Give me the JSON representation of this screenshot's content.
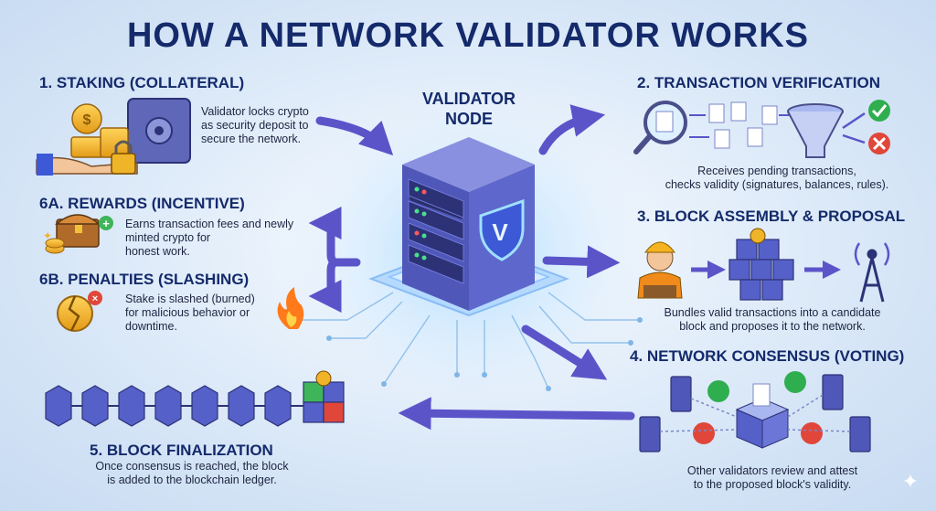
{
  "title": "HOW A NETWORK VALIDATOR WORKS",
  "center": {
    "line1": "VALIDATOR",
    "line2": "NODE"
  },
  "steps": {
    "staking": {
      "heading": "1. STAKING (COLLATERAL)",
      "text": [
        "Validator locks crypto",
        "as security deposit to",
        "secure the network."
      ]
    },
    "verification": {
      "heading": "2. TRANSACTION VERIFICATION",
      "text": [
        "Receives pending transactions,",
        "checks validity (signatures, balances, rules)."
      ]
    },
    "assembly": {
      "heading": "3. BLOCK ASSEMBLY & PROPOSAL",
      "text": [
        "Bundles valid transactions into a candidate",
        "block and proposes it to the network."
      ]
    },
    "consensus": {
      "heading": "4. NETWORK CONSENSUS (VOTING)",
      "text": [
        "Other validators review and attest",
        "to the proposed block's validity."
      ]
    },
    "finalization": {
      "heading": "5. BLOCK FINALIZATION",
      "text": [
        "Once consensus is reached, the block",
        "is added to the blockchain ledger."
      ]
    },
    "rewards": {
      "heading": "6A. REWARDS (INCENTIVE)",
      "text": [
        "Earns transaction fees and newly",
        "minted crypto for",
        "honest work."
      ]
    },
    "penalties": {
      "heading": "6B. PENALTIES (SLASHING)",
      "text": [
        "Stake is slashed (burned)",
        "for malicious behavior or",
        "downtime."
      ]
    }
  },
  "colors": {
    "navy": "#142a6b",
    "accent": "#5b54c9",
    "cube": "#5561c9",
    "glow": "#7fc4ff",
    "ok": "#2fae4f",
    "bad": "#e0473a"
  },
  "icons": [
    "coins-icon",
    "safe-icon",
    "lock-icon",
    "magnifier-icon",
    "document-icon",
    "funnel-icon",
    "check-icon",
    "cross-icon",
    "treasure-chest-icon",
    "broken-coin-icon",
    "fire-icon",
    "worker-icon",
    "block-cube-icon",
    "antenna-icon",
    "server-icon",
    "ballot-box-icon",
    "thumbs-up-icon",
    "thumbs-down-icon",
    "chain-icon",
    "sparkle-icon"
  ]
}
